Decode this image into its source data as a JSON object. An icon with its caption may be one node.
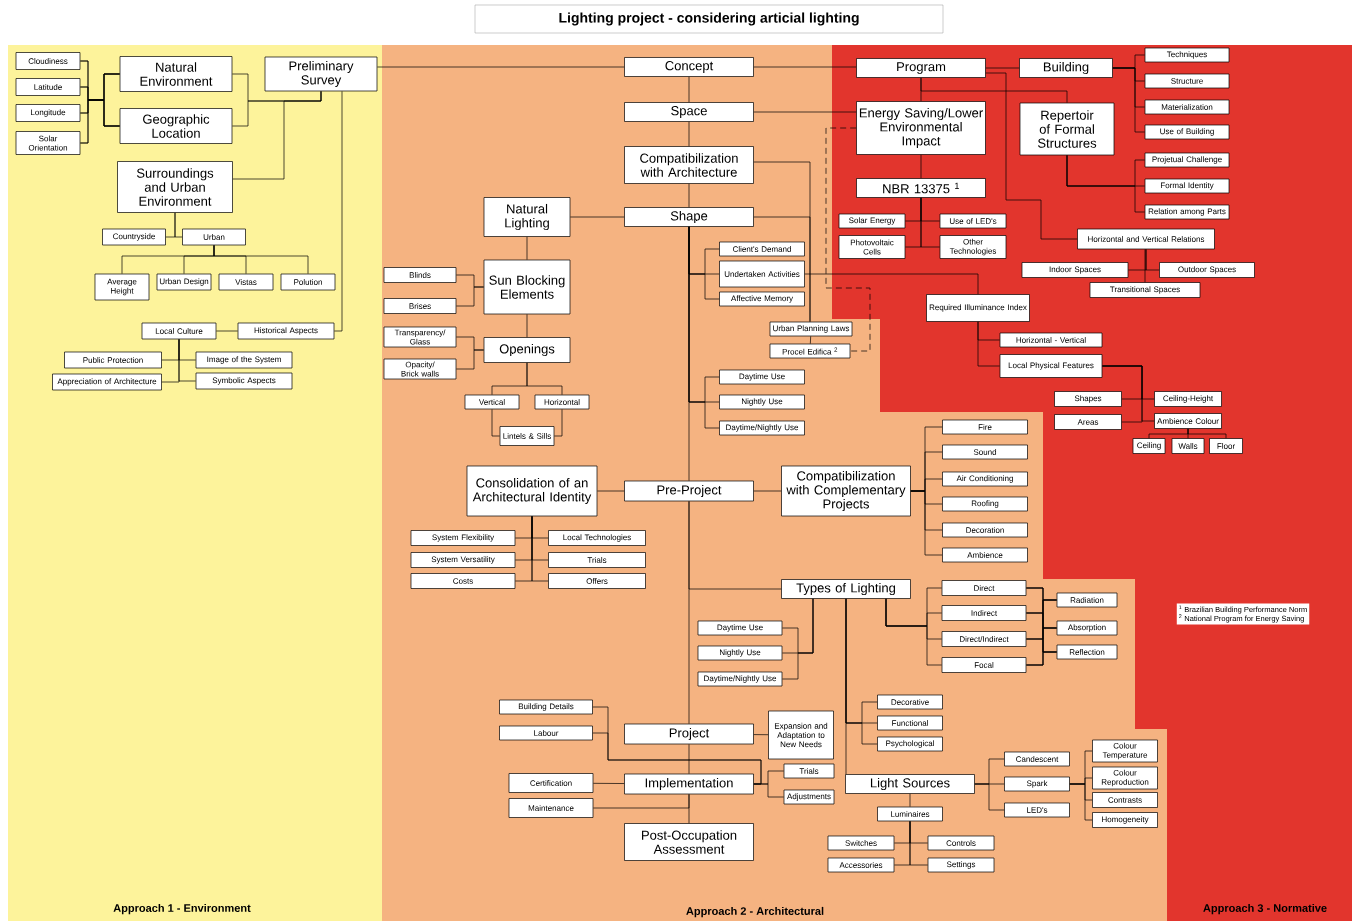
{
  "diagram": {
    "title": "Lighting project - considering articial lighting",
    "nodes": [
      {
        "text": [
          "Cloudiness"
        ]
      },
      {
        "text": [
          "Latitude"
        ]
      },
      {
        "text": [
          "Longitude"
        ]
      },
      {
        "text": [
          "Solar Orientation"
        ]
      },
      {
        "text": [
          "Natural Environment"
        ]
      },
      {
        "text": [
          "Geographic Location"
        ]
      },
      {
        "text": [
          "Preliminary Survey"
        ]
      },
      {
        "text": [
          "Surroundings and Urban Environment"
        ]
      },
      {
        "text": [
          "Countryside"
        ]
      },
      {
        "text": [
          "Urban"
        ]
      },
      {
        "text": [
          "Average Height"
        ]
      },
      {
        "text": [
          "Urban Design"
        ]
      },
      {
        "text": [
          "Vistas"
        ]
      },
      {
        "text": [
          "Polution"
        ]
      },
      {
        "text": [
          "Local Culture"
        ]
      },
      {
        "text": [
          "Historical Aspects"
        ]
      },
      {
        "text": [
          "Public Protection"
        ]
      },
      {
        "text": [
          "Image of the System"
        ]
      },
      {
        "text": [
          "Appreciation of Architecture"
        ]
      },
      {
        "text": [
          "Symbolic Aspects"
        ]
      },
      {
        "text": [
          "Concept"
        ]
      },
      {
        "text": [
          "Space"
        ]
      },
      {
        "text": [
          "Compatibilization with Architecture"
        ]
      },
      {
        "text": [
          "Shape"
        ]
      },
      {
        "text": [
          "Natural Lighting"
        ]
      },
      {
        "text": [
          "Sun Blocking Elements"
        ]
      },
      {
        "text": [
          "Blinds"
        ]
      },
      {
        "text": [
          "Brises"
        ]
      },
      {
        "text": [
          "Transparency/ Glass"
        ]
      },
      {
        "text": [
          "Opacity/ Brick walls"
        ]
      },
      {
        "text": [
          "Openings"
        ]
      },
      {
        "text": [
          "Vertical"
        ]
      },
      {
        "text": [
          "Horizontal"
        ]
      },
      {
        "text": [
          "Lintels & Sills"
        ]
      },
      {
        "text": [
          "Client's Demand"
        ]
      },
      {
        "text": [
          "Undertaken Activities"
        ]
      },
      {
        "text": [
          "Affective Memory"
        ]
      },
      {
        "text": [
          "Urban Planning Laws"
        ]
      },
      {
        "text": [
          "Procel Edifica $^{2}$"
        ]
      },
      {
        "text": [
          "Daytime Use"
        ]
      },
      {
        "text": [
          "Nightly Use"
        ]
      },
      {
        "text": [
          "Daytime/Nightly Use"
        ]
      },
      {
        "text": [
          "Consolidation of an Architectural Identity"
        ]
      },
      {
        "text": [
          "Pre-Project"
        ]
      },
      {
        "text": [
          "Compatibilization with Complementary Projects"
        ]
      },
      {
        "text": [
          "System Flexibility"
        ]
      },
      {
        "text": [
          "Local Technologies"
        ]
      },
      {
        "text": [
          "System Versatility"
        ]
      },
      {
        "text": [
          "Trials"
        ]
      },
      {
        "text": [
          "Costs"
        ]
      },
      {
        "text": [
          "Offers"
        ]
      },
      {
        "text": [
          "Fire"
        ]
      },
      {
        "text": [
          "Sound"
        ]
      },
      {
        "text": [
          "Air Conditioning"
        ]
      },
      {
        "text": [
          "Roofing"
        ]
      },
      {
        "text": [
          "Decoration"
        ]
      },
      {
        "text": [
          "Ambience"
        ]
      },
      {
        "text": [
          "Types of Lighting"
        ]
      },
      {
        "text": [
          "Direct"
        ]
      },
      {
        "text": [
          "Indirect"
        ]
      },
      {
        "text": [
          "Direct/Indirect"
        ]
      },
      {
        "text": [
          "Focal"
        ]
      },
      {
        "text": [
          "Radiation"
        ]
      },
      {
        "text": [
          "Absorption"
        ]
      },
      {
        "text": [
          "Reflection"
        ]
      },
      {
        "text": [
          "Daytime Use"
        ]
      },
      {
        "text": [
          "Nightly Use"
        ]
      },
      {
        "text": [
          "Daytime/Nightly Use"
        ]
      },
      {
        "text": [
          "Building Details"
        ]
      },
      {
        "text": [
          "Labour"
        ]
      },
      {
        "text": [
          "Project"
        ]
      },
      {
        "text": [
          "Expansion and Adaptation to New Needs"
        ]
      },
      {
        "text": [
          "Certification"
        ]
      },
      {
        "text": [
          "Maintenance"
        ]
      },
      {
        "text": [
          "Implementation"
        ]
      },
      {
        "text": [
          "Trials"
        ]
      },
      {
        "text": [
          "Adjustments"
        ]
      },
      {
        "text": [
          "Post-Occupation Assessment"
        ]
      },
      {
        "text": [
          "Decorative"
        ]
      },
      {
        "text": [
          "Functional"
        ]
      },
      {
        "text": [
          "Psychological"
        ]
      },
      {
        "text": [
          "Light Sources"
        ]
      },
      {
        "text": [
          "Luminaires"
        ]
      },
      {
        "text": [
          "Switches"
        ]
      },
      {
        "text": [
          "Controls"
        ]
      },
      {
        "text": [
          "Accessories"
        ]
      },
      {
        "text": [
          "Settings"
        ]
      },
      {
        "text": [
          "Candescent"
        ]
      },
      {
        "text": [
          "Spark"
        ]
      },
      {
        "text": [
          "LED's"
        ]
      },
      {
        "text": [
          "Colour Temperature"
        ]
      },
      {
        "text": [
          "Colour Reproduction"
        ]
      },
      {
        "text": [
          "Contrasts"
        ]
      },
      {
        "text": [
          "Homogeneity"
        ]
      },
      {
        "text": [
          "Program"
        ]
      },
      {
        "text": [
          "Building"
        ]
      },
      {
        "text": [
          "Energy Saving/Lower Environmental Impact"
        ]
      },
      {
        "text": [
          "Repertoir of Formal Structures"
        ]
      },
      {
        "text": [
          "NBR 13375 $^{1}$"
        ]
      },
      {
        "text": [
          "Solar Energy"
        ]
      },
      {
        "text": [
          "Use of LED's"
        ]
      },
      {
        "text": [
          "Photovoltaic Cells"
        ]
      },
      {
        "text": [
          "Other Technologies"
        ]
      },
      {
        "text": [
          "Techniques"
        ]
      },
      {
        "text": [
          "Structure"
        ]
      },
      {
        "text": [
          "Materialization"
        ]
      },
      {
        "text": [
          "Use of Building"
        ]
      },
      {
        "text": [
          "Projetual Challenge"
        ]
      },
      {
        "text": [
          "Formal Identity"
        ]
      },
      {
        "text": [
          "Relation among Parts"
        ]
      },
      {
        "text": [
          "Horizontal and Vertical Relations"
        ]
      },
      {
        "text": [
          "Indoor Spaces"
        ]
      },
      {
        "text": [
          "Outdoor Spaces"
        ]
      },
      {
        "text": [
          "Transitional Spaces"
        ]
      },
      {
        "text": [
          "Required Illuminance Index"
        ]
      },
      {
        "text": [
          "Horizontal - Vertical"
        ]
      },
      {
        "text": [
          "Local Physical Features"
        ]
      },
      {
        "text": [
          "Shapes"
        ]
      },
      {
        "text": [
          "Ceiling-Height"
        ]
      },
      {
        "text": [
          "Areas"
        ]
      },
      {
        "text": [
          "Ambience Colour"
        ]
      },
      {
        "text": [
          "Ceiling"
        ]
      },
      {
        "text": [
          "Walls"
        ]
      },
      {
        "text": [
          "Floor"
        ]
      }
    ],
    "edges": [
      {
        "from": 0,
        "to": 4,
        "arrow": "none"
      },
      {
        "from": 1,
        "to": 4,
        "arrow": "none"
      },
      {
        "from": 2,
        "to": 4,
        "arrow": "none"
      },
      {
        "from": 3,
        "to": 4,
        "arrow": "none"
      },
      {
        "from": 0,
        "to": 5,
        "arrow": "none"
      },
      {
        "from": 1,
        "to": 5,
        "arrow": "none"
      },
      {
        "from": 2,
        "to": 5,
        "arrow": "none"
      },
      {
        "from": 3,
        "to": 5,
        "arrow": "none"
      },
      {
        "from": 4,
        "to": 6,
        "arrow": "none"
      },
      {
        "from": 5,
        "to": 6,
        "arrow": "none"
      },
      {
        "from": 7,
        "to": 6,
        "arrow": "none"
      },
      {
        "from": 7,
        "to": 8,
        "arrow": "none"
      },
      {
        "from": 7,
        "to": 9,
        "arrow": "none"
      },
      {
        "from": 9,
        "to": 10,
        "arrow": "none"
      },
      {
        "from": 9,
        "to": 11,
        "arrow": "none"
      },
      {
        "from": 9,
        "to": 12,
        "arrow": "none"
      },
      {
        "from": 9,
        "to": 13,
        "arrow": "none"
      },
      {
        "from": 6,
        "to": 15,
        "arrow": "none"
      },
      {
        "from": 15,
        "to": 14,
        "arrow": "none"
      },
      {
        "from": 14,
        "to": 16,
        "arrow": "none"
      },
      {
        "from": 14,
        "to": 17,
        "arrow": "none"
      },
      {
        "from": 14,
        "to": 18,
        "arrow": "none"
      },
      {
        "from": 14,
        "to": 19,
        "arrow": "none"
      },
      {
        "from": 6,
        "to": 20,
        "arrow": "none"
      },
      {
        "from": 20,
        "to": 21,
        "arrow": "none"
      },
      {
        "from": 21,
        "to": 22,
        "arrow": "none"
      },
      {
        "from": 22,
        "to": 23,
        "arrow": "none"
      },
      {
        "from": 23,
        "to": 24,
        "arrow": "none"
      },
      {
        "from": 24,
        "to": 25,
        "arrow": "none"
      },
      {
        "from": 25,
        "to": 30,
        "arrow": "none"
      },
      {
        "from": 25,
        "to": 26,
        "arrow": "none"
      },
      {
        "from": 25,
        "to": 27,
        "arrow": "none"
      },
      {
        "from": 30,
        "to": 28,
        "arrow": "none"
      },
      {
        "from": 30,
        "to": 29,
        "arrow": "none"
      },
      {
        "from": 30,
        "to": 31,
        "arrow": "none"
      },
      {
        "from": 30,
        "to": 32,
        "arrow": "none"
      },
      {
        "from": 31,
        "to": 33,
        "arrow": "none"
      },
      {
        "from": 32,
        "to": 33,
        "arrow": "none"
      },
      {
        "from": 23,
        "to": 34,
        "arrow": "none"
      },
      {
        "from": 23,
        "to": 35,
        "arrow": "none"
      },
      {
        "from": 23,
        "to": 36,
        "arrow": "none"
      },
      {
        "from": 23,
        "to": 39,
        "arrow": "none"
      },
      {
        "from": 23,
        "to": 40,
        "arrow": "none"
      },
      {
        "from": 23,
        "to": 41,
        "arrow": "none"
      },
      {
        "from": 23,
        "to": 43,
        "arrow": "none"
      },
      {
        "from": 22,
        "to": 37,
        "arrow": "none"
      },
      {
        "from": 23,
        "to": 37,
        "arrow": "none"
      },
      {
        "from": 37,
        "to": 38,
        "arrow": "none"
      },
      {
        "from": 35,
        "to": 114,
        "arrow": "none"
      },
      {
        "from": 96,
        "to": 38,
        "arrow": "none",
        "style": "dashed"
      },
      {
        "from": 21,
        "to": 96,
        "arrow": "none"
      },
      {
        "from": 20,
        "to": 94,
        "arrow": "none"
      },
      {
        "from": 43,
        "to": 42,
        "arrow": "none"
      },
      {
        "from": 43,
        "to": 44,
        "arrow": "none"
      },
      {
        "from": 42,
        "to": 45,
        "arrow": "none"
      },
      {
        "from": 42,
        "to": 46,
        "arrow": "none"
      },
      {
        "from": 42,
        "to": 47,
        "arrow": "none"
      },
      {
        "from": 42,
        "to": 48,
        "arrow": "none"
      },
      {
        "from": 42,
        "to": 49,
        "arrow": "none"
      },
      {
        "from": 42,
        "to": 50,
        "arrow": "none"
      },
      {
        "from": 44,
        "to": 51,
        "arrow": "none"
      },
      {
        "from": 44,
        "to": 52,
        "arrow": "none"
      },
      {
        "from": 44,
        "to": 53,
        "arrow": "none"
      },
      {
        "from": 44,
        "to": 54,
        "arrow": "none"
      },
      {
        "from": 44,
        "to": 55,
        "arrow": "none"
      },
      {
        "from": 44,
        "to": 56,
        "arrow": "none"
      },
      {
        "from": 43,
        "to": 57,
        "arrow": "none"
      },
      {
        "from": 43,
        "to": 70,
        "arrow": "none"
      },
      {
        "from": 57,
        "to": 58,
        "arrow": "none"
      },
      {
        "from": 57,
        "to": 59,
        "arrow": "none"
      },
      {
        "from": 57,
        "to": 60,
        "arrow": "none"
      },
      {
        "from": 57,
        "to": 61,
        "arrow": "none"
      },
      {
        "from": 58,
        "to": 62,
        "arrow": "none"
      },
      {
        "from": 58,
        "to": 63,
        "arrow": "none"
      },
      {
        "from": 58,
        "to": 64,
        "arrow": "none"
      },
      {
        "from": 59,
        "to": 62,
        "arrow": "none"
      },
      {
        "from": 59,
        "to": 63,
        "arrow": "none"
      },
      {
        "from": 59,
        "to": 64,
        "arrow": "none"
      },
      {
        "from": 60,
        "to": 62,
        "arrow": "none"
      },
      {
        "from": 60,
        "to": 63,
        "arrow": "none"
      },
      {
        "from": 60,
        "to": 64,
        "arrow": "none"
      },
      {
        "from": 61,
        "to": 62,
        "arrow": "none"
      },
      {
        "from": 61,
        "to": 63,
        "arrow": "none"
      },
      {
        "from": 61,
        "to": 64,
        "arrow": "none"
      },
      {
        "from": 57,
        "to": 65,
        "arrow": "none"
      },
      {
        "from": 57,
        "to": 66,
        "arrow": "none"
      },
      {
        "from": 57,
        "to": 67,
        "arrow": "none"
      },
      {
        "from": 57,
        "to": 78,
        "arrow": "none"
      },
      {
        "from": 57,
        "to": 79,
        "arrow": "none"
      },
      {
        "from": 57,
        "to": 80,
        "arrow": "none"
      },
      {
        "from": 57,
        "to": 81,
        "arrow": "none"
      },
      {
        "from": 70,
        "to": 71,
        "arrow": "none"
      },
      {
        "from": 70,
        "to": 74,
        "arrow": "none"
      },
      {
        "from": 74,
        "to": 77,
        "arrow": "none"
      },
      {
        "from": 68,
        "to": 74,
        "arrow": "none"
      },
      {
        "from": 69,
        "to": 74,
        "arrow": "none"
      },
      {
        "from": 74,
        "to": 75,
        "arrow": "none"
      },
      {
        "from": 74,
        "to": 76,
        "arrow": "none"
      },
      {
        "from": 72,
        "to": 74,
        "arrow": "none"
      },
      {
        "from": 73,
        "to": 74,
        "arrow": "none"
      },
      {
        "from": 81,
        "to": 82,
        "arrow": "none"
      },
      {
        "from": 82,
        "to": 83,
        "arrow": "none"
      },
      {
        "from": 82,
        "to": 84,
        "arrow": "none"
      },
      {
        "from": 82,
        "to": 85,
        "arrow": "none"
      },
      {
        "from": 82,
        "to": 86,
        "arrow": "none"
      },
      {
        "from": 81,
        "to": 87,
        "arrow": "none"
      },
      {
        "from": 81,
        "to": 88,
        "arrow": "none"
      },
      {
        "from": 81,
        "to": 89,
        "arrow": "none"
      },
      {
        "from": 88,
        "to": 90,
        "arrow": "none"
      },
      {
        "from": 88,
        "to": 91,
        "arrow": "none"
      },
      {
        "from": 88,
        "to": 92,
        "arrow": "none"
      },
      {
        "from": 88,
        "to": 93,
        "arrow": "none"
      },
      {
        "from": 94,
        "to": 95,
        "arrow": "none"
      },
      {
        "from": 94,
        "to": 96,
        "arrow": "none"
      },
      {
        "from": 94,
        "to": 97,
        "arrow": "none"
      },
      {
        "from": 94,
        "to": 110,
        "arrow": "none"
      },
      {
        "from": 95,
        "to": 103,
        "arrow": "none"
      },
      {
        "from": 95,
        "to": 104,
        "arrow": "none"
      },
      {
        "from": 95,
        "to": 105,
        "arrow": "none"
      },
      {
        "from": 95,
        "to": 106,
        "arrow": "none"
      },
      {
        "from": 97,
        "to": 107,
        "arrow": "none"
      },
      {
        "from": 97,
        "to": 108,
        "arrow": "none"
      },
      {
        "from": 97,
        "to": 109,
        "arrow": "none"
      },
      {
        "from": 96,
        "to": 98,
        "arrow": "none"
      },
      {
        "from": 98,
        "to": 99,
        "arrow": "none"
      },
      {
        "from": 98,
        "to": 100,
        "arrow": "none"
      },
      {
        "from": 98,
        "to": 101,
        "arrow": "none"
      },
      {
        "from": 98,
        "to": 102,
        "arrow": "none"
      },
      {
        "from": 110,
        "to": 111,
        "arrow": "none"
      },
      {
        "from": 110,
        "to": 112,
        "arrow": "none"
      },
      {
        "from": 110,
        "to": 113,
        "arrow": "none"
      },
      {
        "from": 114,
        "to": 115,
        "arrow": "none"
      },
      {
        "from": 114,
        "to": 116,
        "arrow": "none"
      },
      {
        "from": 116,
        "to": 117,
        "arrow": "none"
      },
      {
        "from": 116,
        "to": 118,
        "arrow": "none"
      },
      {
        "from": 116,
        "to": 119,
        "arrow": "none"
      },
      {
        "from": 116,
        "to": 120,
        "arrow": "none"
      },
      {
        "from": 120,
        "to": 121,
        "arrow": "none"
      },
      {
        "from": 120,
        "to": 122,
        "arrow": "none"
      },
      {
        "from": 120,
        "to": 123,
        "arrow": "none"
      }
    ],
    "labels": [
      "Approach 1 - Environment",
      "Approach 2 - Architectural",
      "Approach 3 - Normative",
      "$^{1}$ Brazilian Building Performance Norm",
      "$^{2}$ National Program for Energy Saving"
    ]
  }
}
